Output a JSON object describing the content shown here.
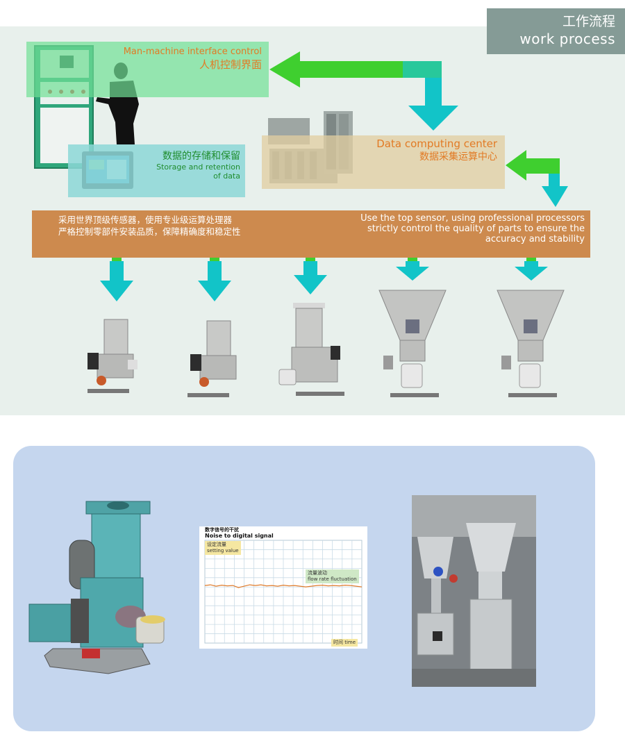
{
  "header": {
    "title_zh": "工作流程",
    "title_en": "work process"
  },
  "hmi": {
    "label_en": "Man-machine interface control",
    "label_zh": "人机控制界面"
  },
  "storage": {
    "label_zh": "数据的存储和保留",
    "label_en_line1": "Storage and retention",
    "label_en_line2": "of data"
  },
  "data_center": {
    "label_en": "Data computing center",
    "label_zh": "数据采集运算中心"
  },
  "bus": {
    "left_line1": "采用世界顶级传感器，使用专业级运算处理器",
    "left_line2": "严格控制零部件安装品质，保障精确度和稳定性",
    "right_line1": "Use the top sensor, using professional processors",
    "right_line2": "strictly control the quality of parts to ensure the",
    "right_line3": "accuracy and stability"
  },
  "chart": {
    "title_zh": "数字信号的干扰",
    "title_en": "Noise to digital signal",
    "setting_zh": "设定流量",
    "setting_en": "setting value",
    "fluct_zh": "流量波动",
    "fluct_en": "flow rate fluctuation",
    "time_zh": "时间",
    "time_en": "time"
  },
  "colors": {
    "arrow_green": "#3fcf2f",
    "arrow_cyan": "#12c4c8",
    "bus_bar": "#cd8a4e",
    "title_box": "#859b96",
    "chart_line": "#e07b2a"
  }
}
